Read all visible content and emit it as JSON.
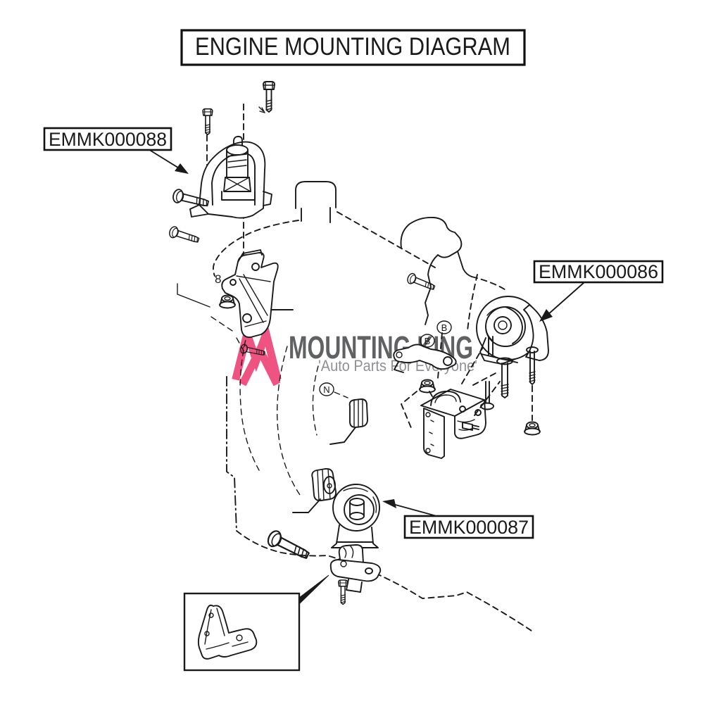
{
  "title": {
    "text": "ENGINE MOUNTING DIAGRAM"
  },
  "labels": [
    {
      "id": "EMMK000088"
    },
    {
      "id": "EMMK000086"
    },
    {
      "id": "EMMK000087"
    }
  ],
  "watermark": {
    "brand": "MOUNTING KING",
    "tagline": "'Auto Parts For Everyone'",
    "brand_color": "#58595b",
    "tagline_color": "#8a8b8e",
    "logo_color": "#ee4a7b"
  },
  "callouts": [
    {
      "letter": "B"
    },
    {
      "letter": "B"
    },
    {
      "letter": "N"
    },
    {
      "letter": "8"
    }
  ],
  "diagram": {
    "line_color": "#1a1a1a"
  }
}
